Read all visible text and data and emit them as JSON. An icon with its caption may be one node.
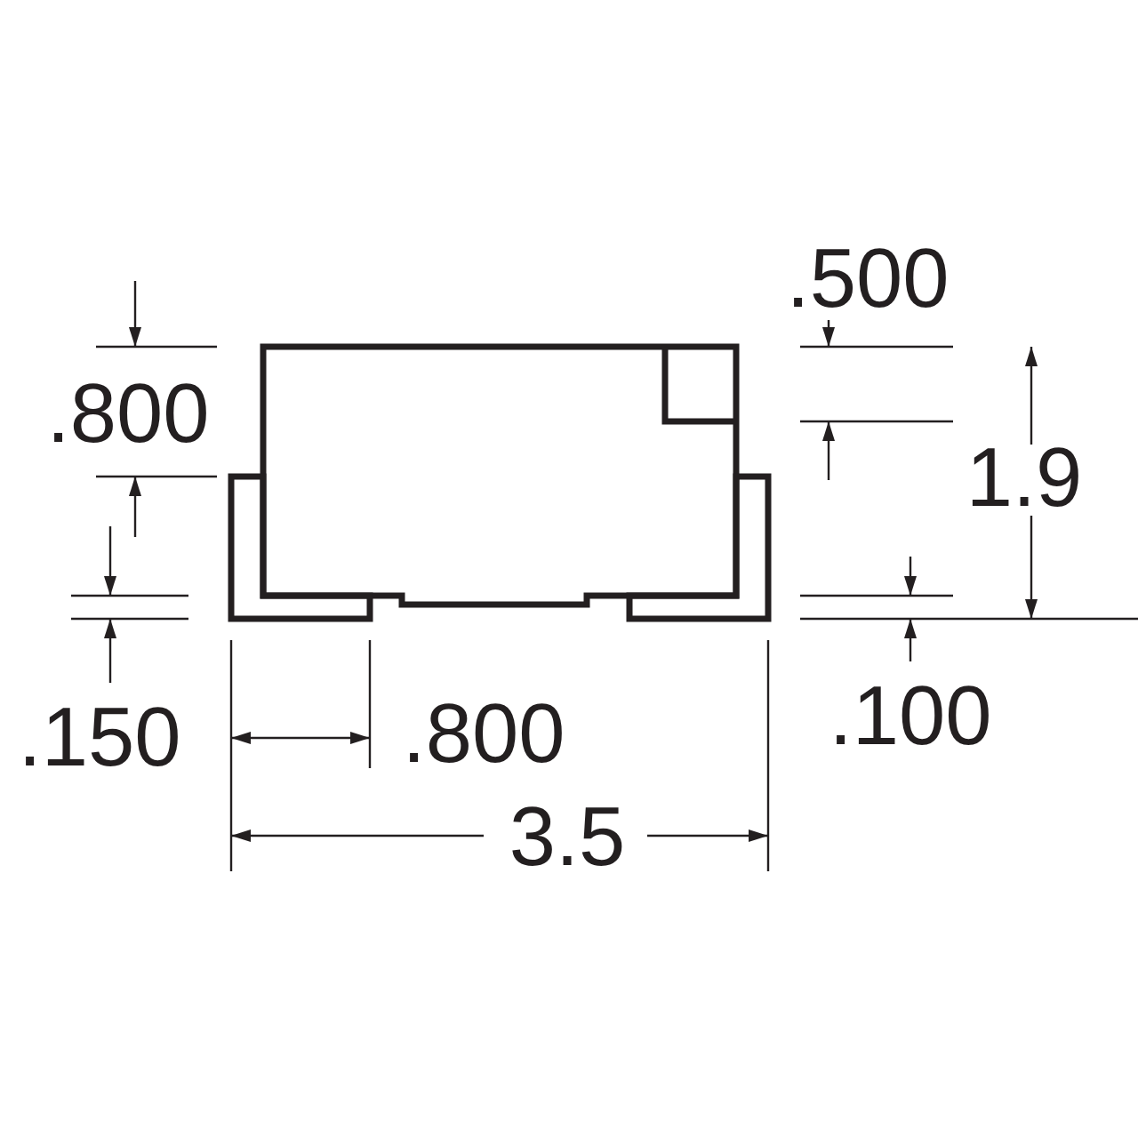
{
  "diagram": {
    "labels": [
      ".500",
      ".800",
      "1.9",
      ".150",
      ".800",
      ".100",
      "3.5"
    ]
  }
}
